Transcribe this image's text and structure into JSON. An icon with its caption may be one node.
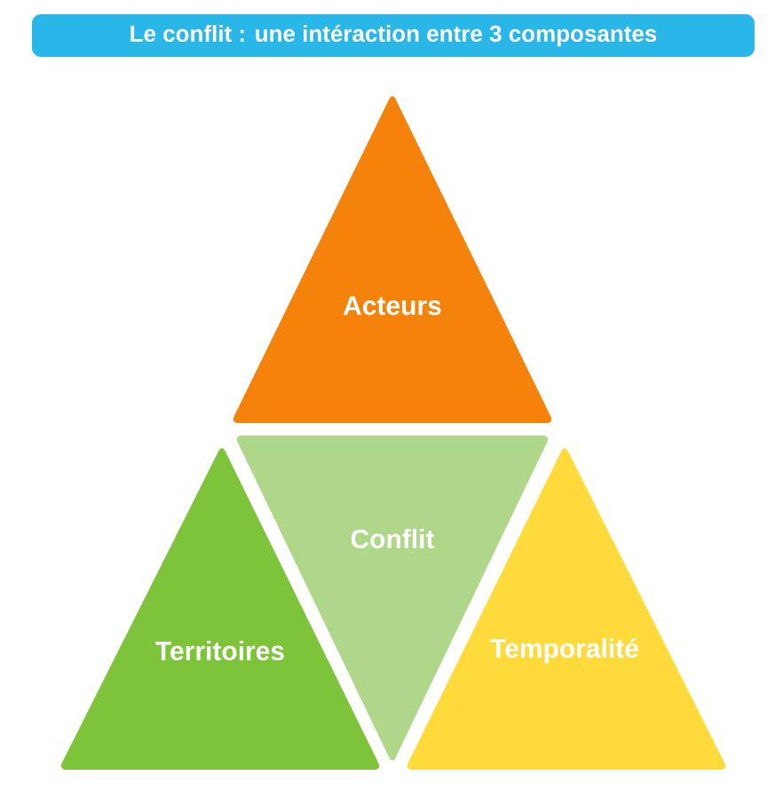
{
  "diagram": {
    "title": "Le conflit : une intéraction entre 3 composantes",
    "nodes": [
      {
        "text": [
          "Acteurs"
        ]
      },
      {
        "text": [
          "Conflit"
        ]
      },
      {
        "text": [
          "Territoires"
        ]
      },
      {
        "text": [
          "Temporalité"
        ]
      }
    ]
  }
}
